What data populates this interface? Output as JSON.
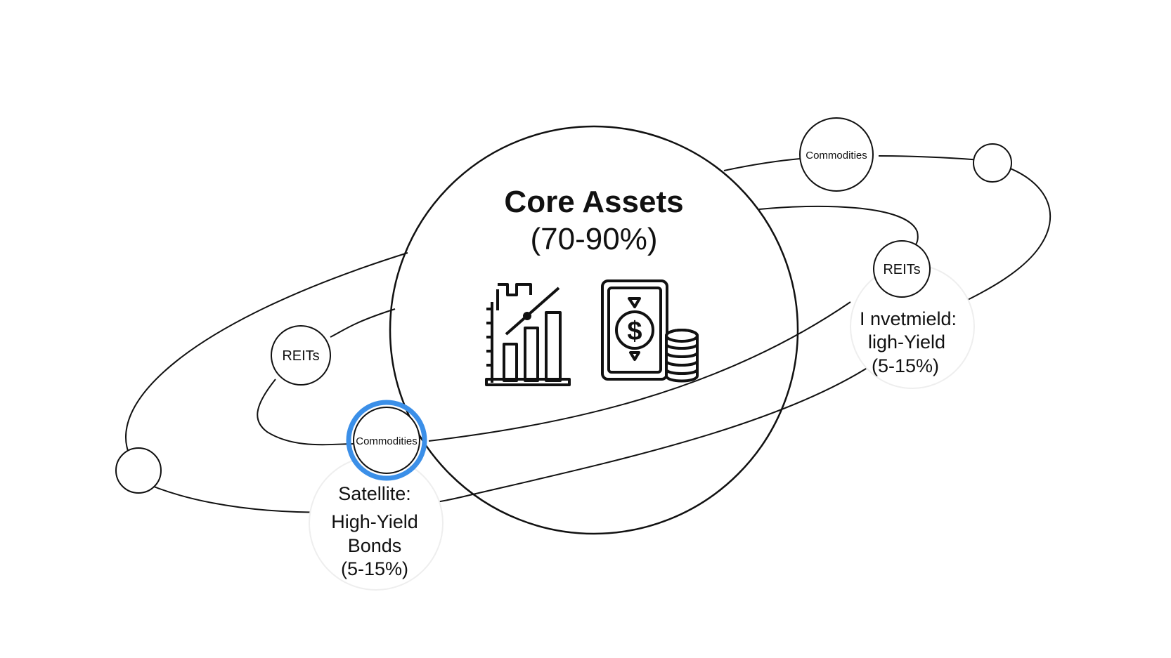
{
  "core": {
    "title": "Core Assets",
    "percent": "(70-90%)",
    "icons": [
      "bar-chart-icon",
      "money-coins-icon"
    ]
  },
  "nodes": {
    "commodities_top": "Commodities",
    "commodities_bottom": "Commodities",
    "reits_right": "REITs",
    "reits_left": "REITs"
  },
  "satellite_left": {
    "line1": "Satellite:",
    "line2": "High-Yield",
    "line3": "Bonds",
    "line4": "(5-15%)"
  },
  "satellite_right": {
    "line1": "I  nvetmield:",
    "line2": "ligh-Yield",
    "line3": "(5-15%)"
  },
  "colors": {
    "stroke": "#111111",
    "highlight": "#3b8fe8",
    "background": "#ffffff"
  }
}
